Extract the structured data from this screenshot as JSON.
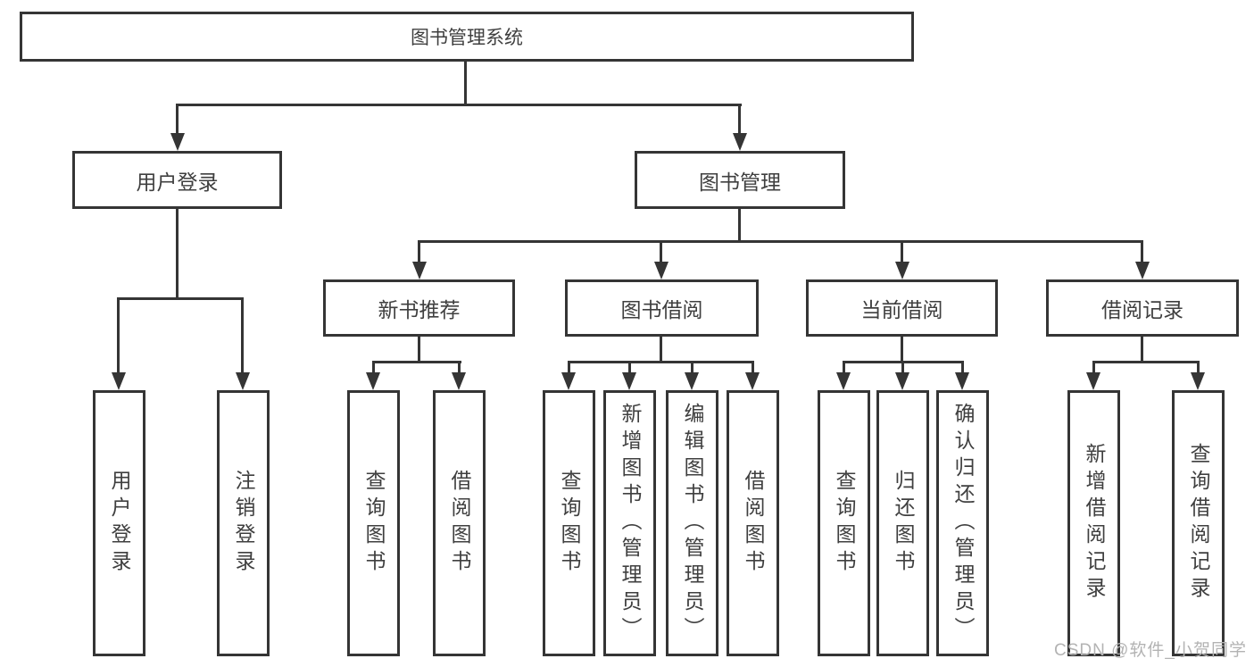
{
  "tree": {
    "root": "图书管理系统",
    "branches": [
      {
        "label": "用户登录",
        "leaves": [
          "用户登录",
          "注销登录"
        ]
      },
      {
        "label": "图书管理",
        "groups": [
          {
            "label": "新书推荐",
            "leaves": [
              "查询图书",
              "借阅图书"
            ]
          },
          {
            "label": "图书借阅",
            "leaves": [
              "查询图书",
              "新增图书（管理员）",
              "编辑图书（管理员）",
              "借阅图书"
            ]
          },
          {
            "label": "当前借阅",
            "leaves": [
              "查询图书",
              "归还图书",
              "确认归还（管理员）"
            ]
          },
          {
            "label": "借阅记录",
            "leaves": [
              "新增借阅记录",
              "查询借阅记录"
            ]
          }
        ]
      }
    ]
  },
  "watermark": {
    "text": "CSDN @软件_小贺同学"
  },
  "colors": {
    "line": "#353535",
    "text": "#3f3f3f",
    "watermark": "#b3b3b3",
    "background": "#ffffff"
  }
}
